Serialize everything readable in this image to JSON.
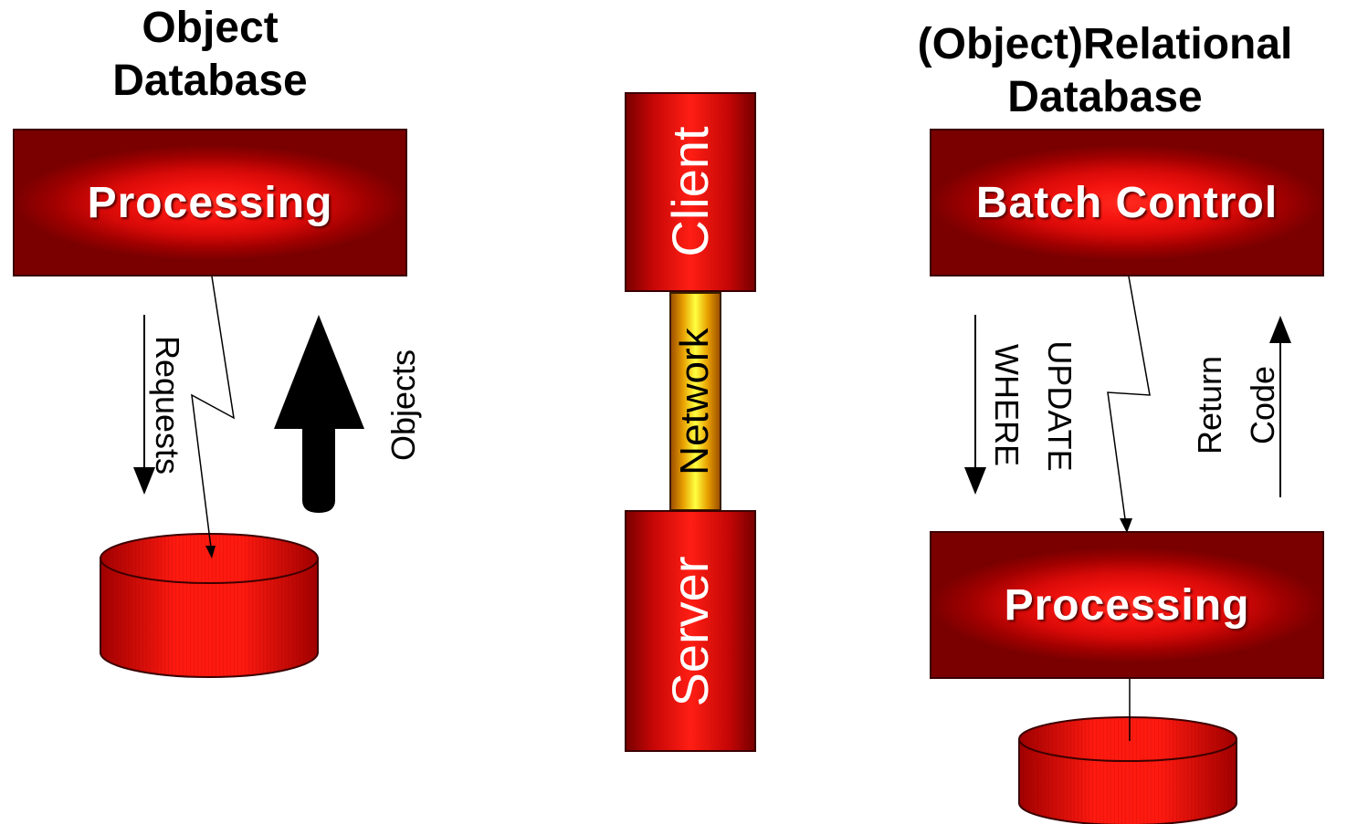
{
  "left": {
    "title": "Object\nDatabase",
    "box_label": "Processing",
    "requests_label": "Requests",
    "objects_label": "Objects"
  },
  "middle": {
    "client_label": "Client",
    "network_label": "Network",
    "server_label": "Server"
  },
  "right": {
    "title": "(Object)Relational\nDatabase",
    "top_box_label": "Batch Control",
    "bottom_box_label": "Processing",
    "update_label": "UPDATE",
    "where_label": "WHERE",
    "return_label": "Return",
    "code_label": "Code"
  },
  "colors": {
    "box_red": "#e00a08",
    "network_yellow": "#ffff40",
    "arrow_black": "#000000"
  }
}
